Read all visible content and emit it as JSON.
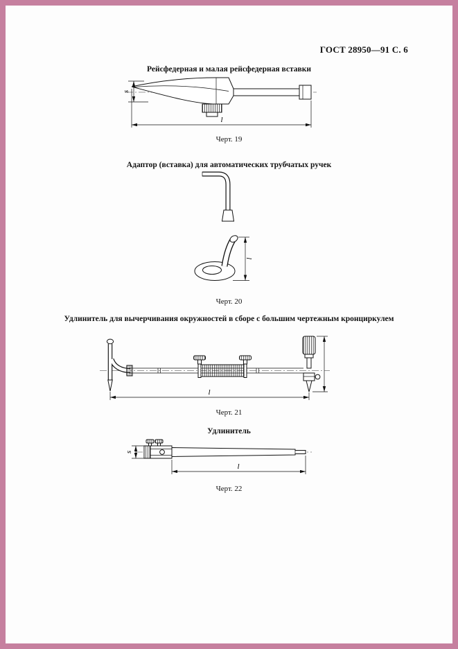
{
  "page": {
    "header": "ГОСТ 28950—91 С. 6",
    "border_color": "#c6809f"
  },
  "figures": [
    {
      "title": "Рейсфедерная и малая рейсфедерная вставки",
      "caption": "Черт. 19",
      "dim_s": "s",
      "dim_l": "l"
    },
    {
      "title": "Адаптор (вставка) для автоматических трубчатых ручек",
      "caption": "Черт. 20",
      "dim_l": "l"
    },
    {
      "title": "Удлинитель для вычерчивания окружностей в сборе с большим чертежным кронциркулем",
      "caption": "Черт. 21",
      "dim_l": "l"
    },
    {
      "title": "Удлинитель",
      "caption": "Черт. 22",
      "dim_s": "s",
      "dim_l": "l"
    }
  ]
}
